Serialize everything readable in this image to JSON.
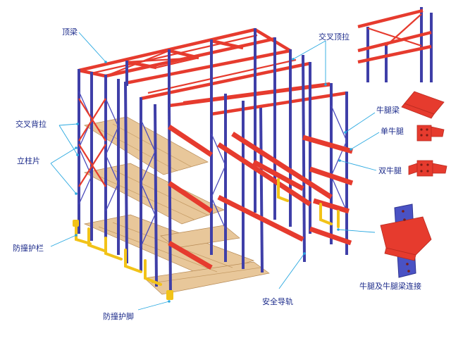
{
  "labels": {
    "top_beam": "顶梁",
    "cross_top_brace": "交叉顶拉",
    "cross_back_brace": "交叉背拉",
    "upright_frame": "立柱片",
    "guard_rail": "防撞护栏",
    "corbel_beam": "牛腿梁",
    "single_corbel": "单牛腿",
    "double_corbel": "双牛腿",
    "corbel_connection": "牛腿及牛腿梁连接",
    "safety_guide_rail": "安全导轨",
    "column_guard": "防撞护脚"
  },
  "colors": {
    "upright": "#3f3fa8",
    "beam": "#e63b2e",
    "pallet": "#e8c79a",
    "guard": "#f2c318",
    "label_text": "#1b2a8a",
    "leader_line": "#29a8e0"
  }
}
